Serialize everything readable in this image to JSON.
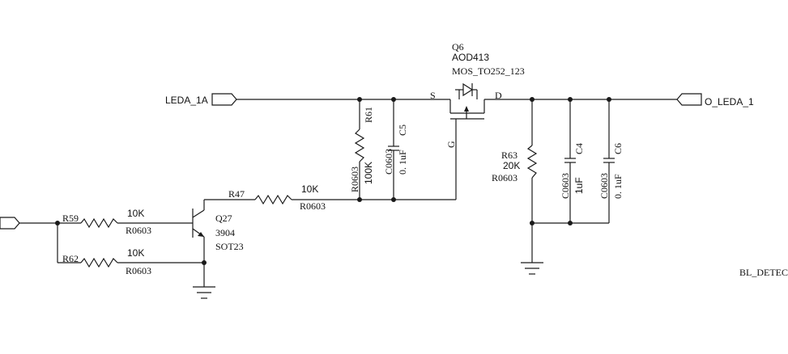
{
  "ports": {
    "in_left": "LEDA_1A",
    "out_right": "O_LEDA_1"
  },
  "q6": {
    "ref": "Q6",
    "part": "AOD413",
    "package": "MOS_TO252_123",
    "pin_s": "S",
    "pin_d": "D",
    "pin_g": "G"
  },
  "r61": {
    "ref": "R61",
    "value": "100K",
    "package": "R0603"
  },
  "c5": {
    "ref": "C5",
    "value": "0. 1uF",
    "package": "C0603"
  },
  "r63": {
    "ref": "R63",
    "value": "20K",
    "package": "R0603"
  },
  "c4": {
    "ref": "C4",
    "value": "1uF",
    "package": "C0603"
  },
  "c6": {
    "ref": "C6",
    "value": "0. 1uF",
    "package": "C0603"
  },
  "r47": {
    "ref": "R47",
    "value": "10K",
    "package": "R0603"
  },
  "q27": {
    "ref": "Q27",
    "part": "3904",
    "package": "SOT23"
  },
  "r59": {
    "ref": "R59",
    "value": "10K",
    "package": "R0603"
  },
  "r62": {
    "ref": "R62",
    "value": "10K",
    "package": "R0603"
  },
  "net_label": "BL_DETEC"
}
